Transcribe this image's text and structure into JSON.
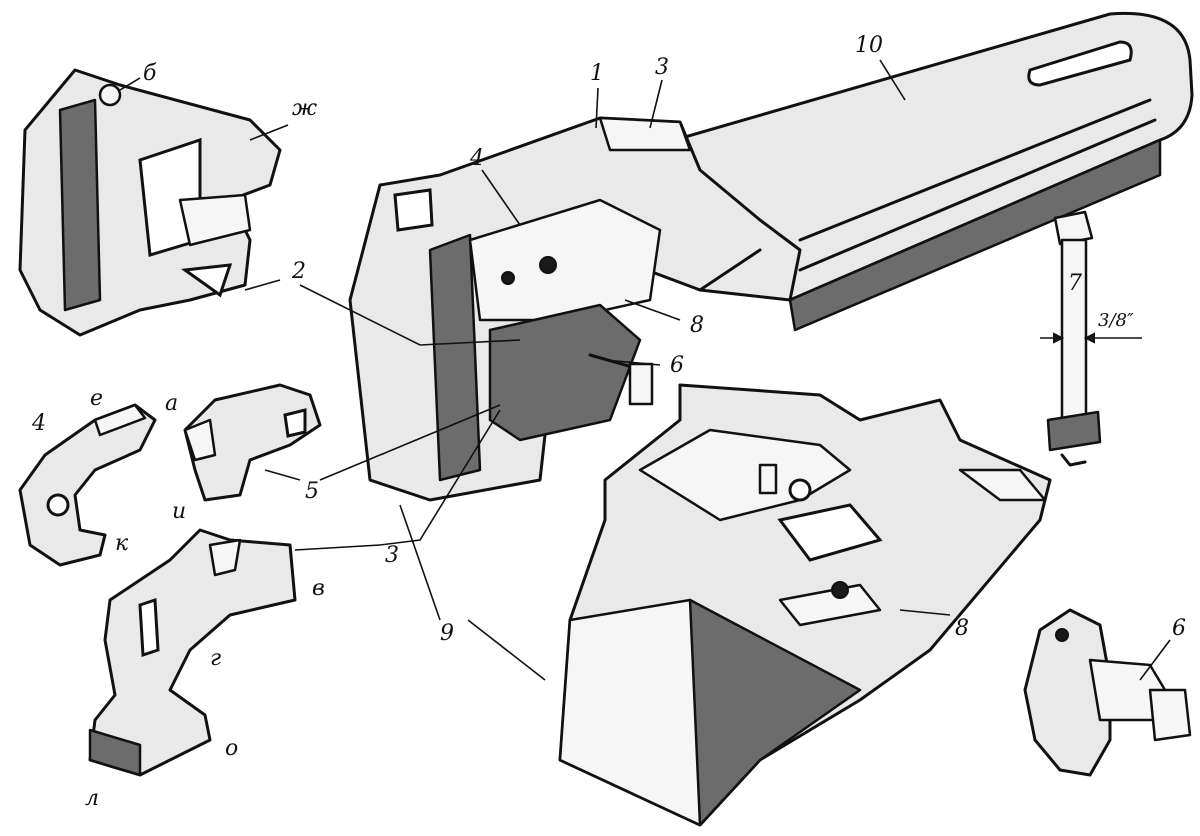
{
  "labels": {
    "l1": "1",
    "l2": "2",
    "l3_top": "3",
    "l3_mid": "3",
    "l4_top": "4",
    "l4_left": "4",
    "l5": "5",
    "l6_mid": "6",
    "l6_right": "6",
    "l7": "7",
    "l8_mid": "8",
    "l8_right": "8",
    "l9": "9",
    "l10": "10",
    "la": "а",
    "lb": "б",
    "lv": "в",
    "lg": "г",
    "le": "е",
    "lzh": "ж",
    "li": "и",
    "lk": "к",
    "ll": "л",
    "lo": "о"
  },
  "dimension": "3/8″",
  "icons": [
    "coupler-assembly",
    "coupler-head-part",
    "knuckle-pin-bolt",
    "lock-lift-assembly"
  ]
}
